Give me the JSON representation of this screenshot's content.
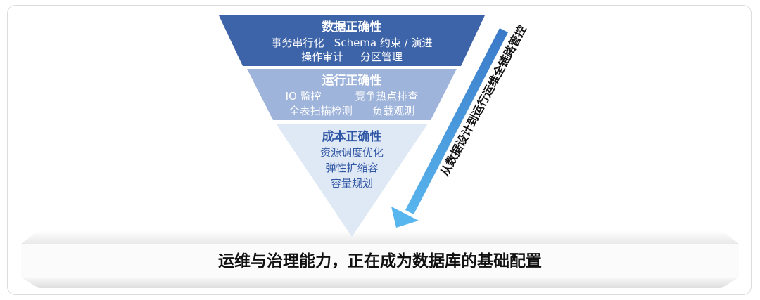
{
  "layers": [
    {
      "title": "数据正确性",
      "lines": [
        "事务串行化   Schema 约束 / 演进",
        "操作审计     分区管理"
      ],
      "color": "#3d63a8",
      "text_color": "#ffffff"
    },
    {
      "title": "运行正确性",
      "lines": [
        "IO 监控          竞争热点排查",
        "全表扫描检测      负载观测"
      ],
      "color": "#9fb4db",
      "text_color": "#ffffff"
    },
    {
      "title": "成本正确性",
      "lines": [
        "资源调度优化",
        "弹性扩缩容",
        "容量规划"
      ],
      "color": "#dfe8f5",
      "text_color": "#2e56a4"
    }
  ],
  "arrow": {
    "label": "从数据设计到运行运维全链路管控",
    "color_start": "#3a78c8",
    "color_end": "#58b6ee"
  },
  "footer": {
    "text": "运维与治理能力，正在成为数据库的基础配置"
  }
}
